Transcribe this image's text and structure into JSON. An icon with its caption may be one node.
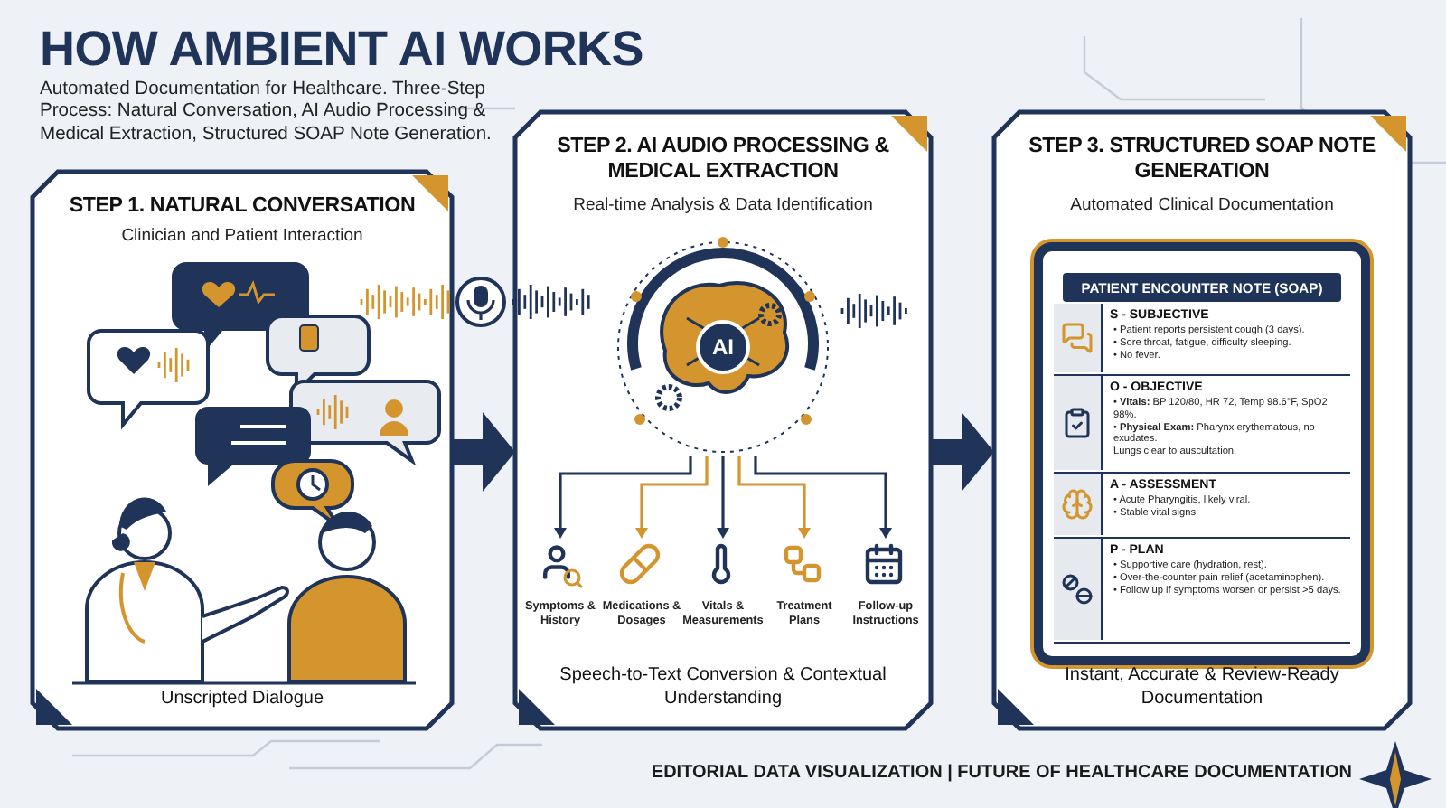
{
  "diagram": {
    "title": "HOW AMBIENT AI WORKS",
    "nodes": [
      {
        "text": [
          "STEP 1. NATURAL CONVERSATION",
          "Clinician and Patient Interaction",
          "Unscripted Dialogue"
        ]
      },
      {
        "text": [
          "STEP 2. AI AUDIO PROCESSING & MEDICAL EXTRACTION",
          "Real-time Analysis & Data Identification",
          "Speech-to-Text Conversion & Contextual Understanding"
        ]
      },
      {
        "text": [
          "AI"
        ],
        "in": 1
      },
      {
        "text": [
          "Symptoms & History"
        ],
        "in": 1
      },
      {
        "text": [
          "Medications & Dosages"
        ],
        "in": 1
      },
      {
        "text": [
          "Vitals & Measurements"
        ],
        "in": 1
      },
      {
        "text": [
          "Treatment Plans"
        ],
        "in": 1
      },
      {
        "text": [
          "Follow-up Instructions"
        ],
        "in": 1
      },
      {
        "text": [
          "STEP 3. STRUCTURED SOAP NOTE GENERATION",
          "Automated Clinical Documentation",
          "Instant, Accurate & Review-Ready Documentation"
        ]
      },
      {
        "text": [
          "PATIENT ENCOUNTER NOTE (SOAP)"
        ],
        "in": 8
      },
      {
        "text": [
          "S - SUBJECTIVE",
          "• Patient reports persistent cough (3 days).",
          "• Sore throat, fatigue, difficulty sleeping.",
          "• No fever."
        ],
        "in": 9
      },
      {
        "text": [
          "O - OBJECTIVE",
          "• **Vitals:** BP 120/80, HR 72, Temp 98.6°F, SpO2 98%.",
          "• **Physical Exam:** Pharynx erythematous, no exudates.",
          "Lungs clear to auscultation."
        ],
        "in": 9
      },
      {
        "text": [
          "A - ASSESSMENT",
          "• Acute Pharyngitis, likely viral.",
          "• Stable vital signs."
        ],
        "in": 9
      },
      {
        "text": [
          "P - PLAN",
          "• Supportive care (hydration, rest).",
          "• Over-the-counter pain relief (acetaminophen).",
          "• Follow up if symptoms worsen or persist >5 days."
        ],
        "in": 9
      }
    ],
    "edges": [
      {
        "from": 0,
        "to": 1,
        "arrow": "to",
        "style": "thick"
      },
      {
        "from": 1,
        "to": 8,
        "arrow": "to",
        "style": "thick"
      },
      {
        "from": 2,
        "to": 3,
        "arrow": "to"
      },
      {
        "from": 2,
        "to": 4,
        "arrow": "to",
        "color": "#d4952f"
      },
      {
        "from": 2,
        "to": 5,
        "arrow": "to"
      },
      {
        "from": 2,
        "to": 6,
        "arrow": "to",
        "color": "#d4952f"
      },
      {
        "from": 2,
        "to": 7,
        "arrow": "to"
      }
    ],
    "labels": [
      "Automated Documentation for Healthcare. Three-Step Process: Natural Conversation, AI Audio Processing & Medical Extraction, Structured SOAP Note Generation.",
      "EDITORIAL DATA VISUALIZATION | FUTURE OF HEALTHCARE DOCUMENTATION"
    ]
  }
}
